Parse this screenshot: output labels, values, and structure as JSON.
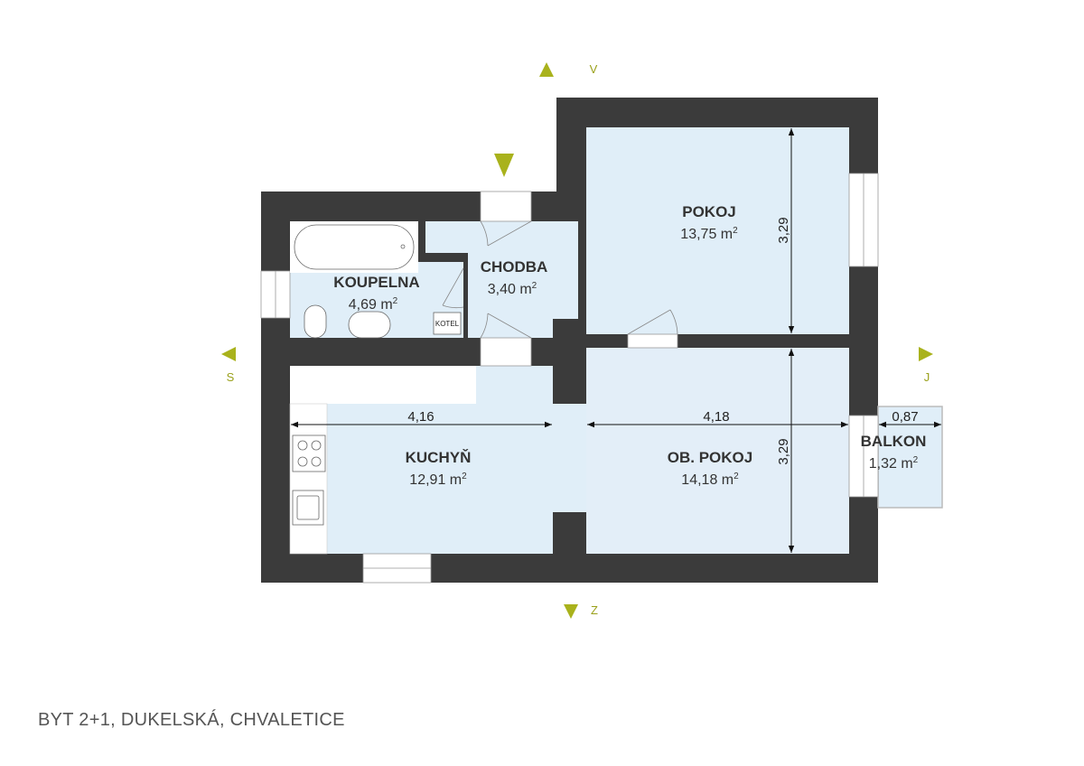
{
  "title": "BYT 2+1, DUKELSKÁ, CHVALETICE",
  "colors": {
    "wall": "#3b3b3b",
    "room": "#e0eef8",
    "accent": "#a9b21c",
    "white": "#ffffff"
  },
  "compass": {
    "north": "V",
    "south": "Z",
    "west": "S",
    "east": "J"
  },
  "rooms": {
    "koupelna": {
      "name": "KOUPELNA",
      "area": "4,69",
      "unit": "m",
      "sup": "2",
      "fixture": "KOTEL"
    },
    "chodba": {
      "name": "CHODBA",
      "area": "3,40",
      "unit": "m",
      "sup": "2"
    },
    "pokoj": {
      "name": "POKOJ",
      "area": "13,75",
      "unit": "m",
      "sup": "2"
    },
    "kuchyn": {
      "name": "KUCHYŇ",
      "area": "12,91",
      "unit": "m",
      "sup": "2"
    },
    "obpokoj": {
      "name": "OB. POKOJ",
      "area": "14,18",
      "unit": "m",
      "sup": "2"
    },
    "balkon": {
      "name": "BALKON",
      "area": "1,32",
      "unit": "m",
      "sup": "2"
    }
  },
  "dimensions": {
    "kuchyn_width": "4,16",
    "obpokoj_width": "4,18",
    "pokoj_height": "3,29",
    "obpokoj_height": "3,29",
    "balkon_width": "0,87"
  }
}
